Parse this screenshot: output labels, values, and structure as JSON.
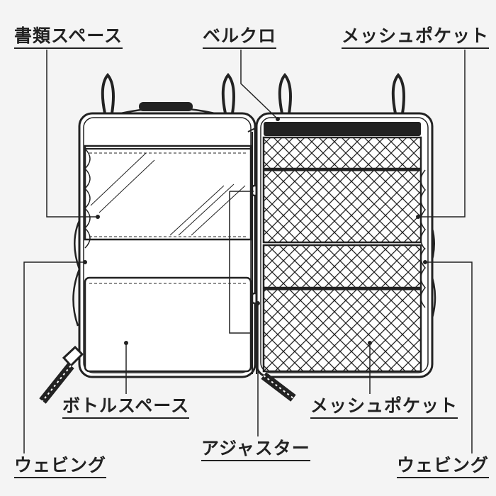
{
  "labels": {
    "document_space": "書類スペース",
    "velcro": "ベルクロ",
    "mesh_pocket_top": "メッシュポケット",
    "bottle_space": "ボトルスペース",
    "mesh_pocket_bottom": "メッシュポケット",
    "adjuster": "アジャスター",
    "webbing_left": "ウェビング",
    "webbing_right": "ウェビング"
  },
  "colors": {
    "line": "#222222",
    "background": "#f4f4f4",
    "panel_fill": "#ffffff"
  }
}
